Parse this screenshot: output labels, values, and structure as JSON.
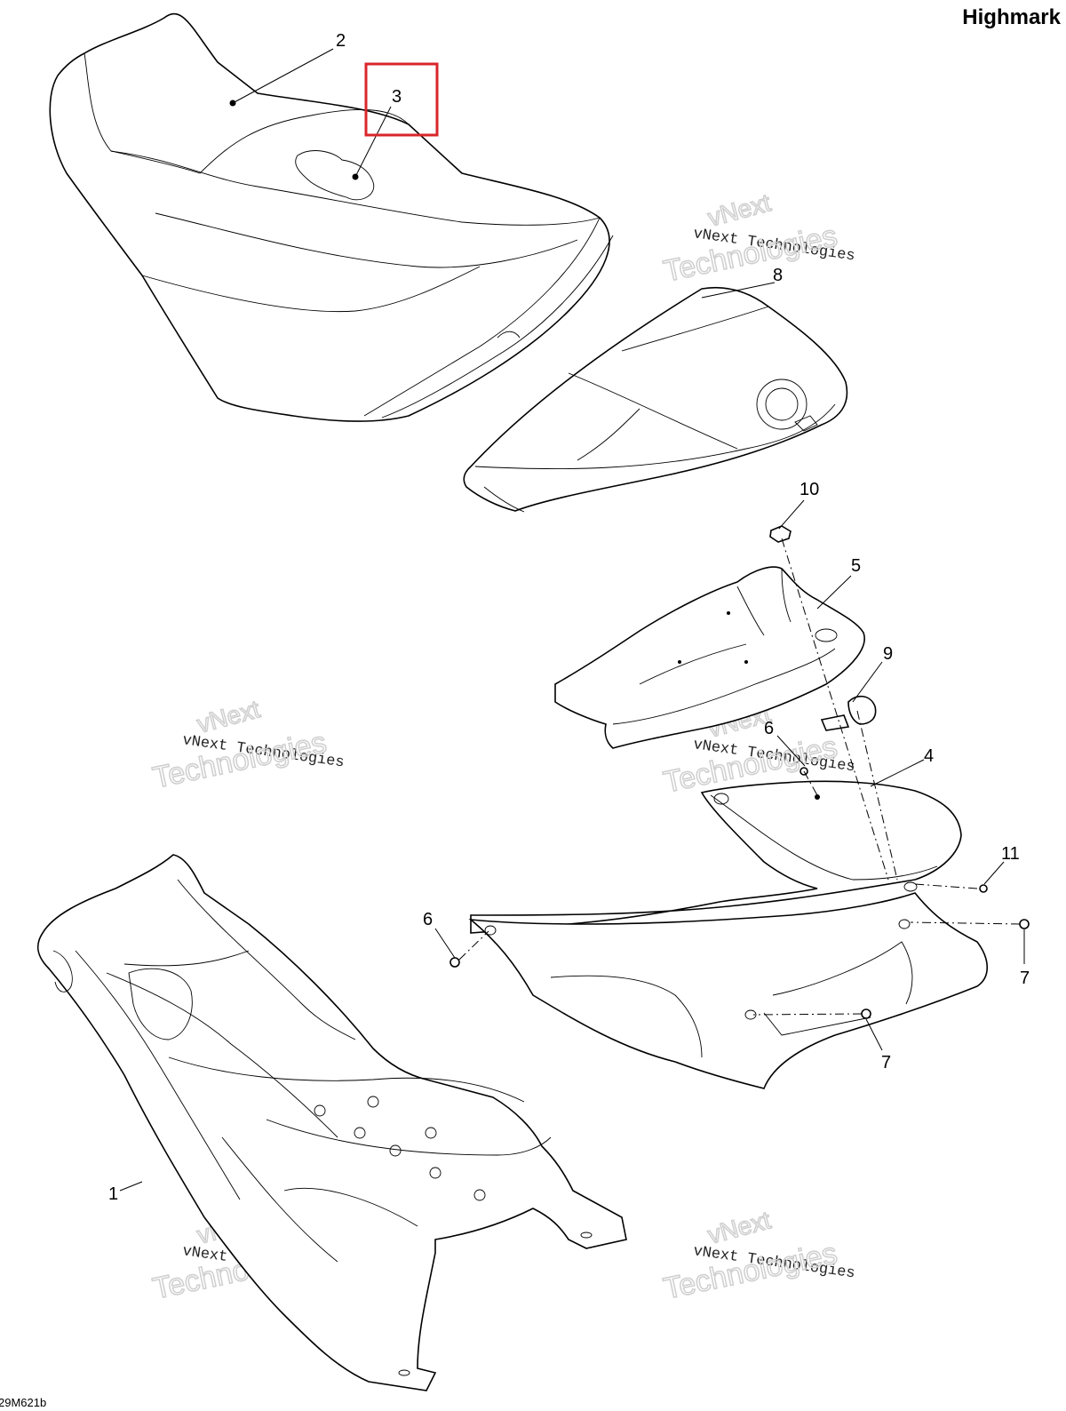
{
  "header": {
    "model": "Highmark"
  },
  "figure_code": "29M621b",
  "watermark": {
    "line1": "vNext Technologies",
    "line2": "vNext",
    "line3": "Technologies"
  },
  "callouts": [
    "1",
    "2",
    "3",
    "4",
    "5",
    "6",
    "6",
    "7",
    "7",
    "8",
    "9",
    "10",
    "11"
  ],
  "highlight_color": "#d9262b"
}
